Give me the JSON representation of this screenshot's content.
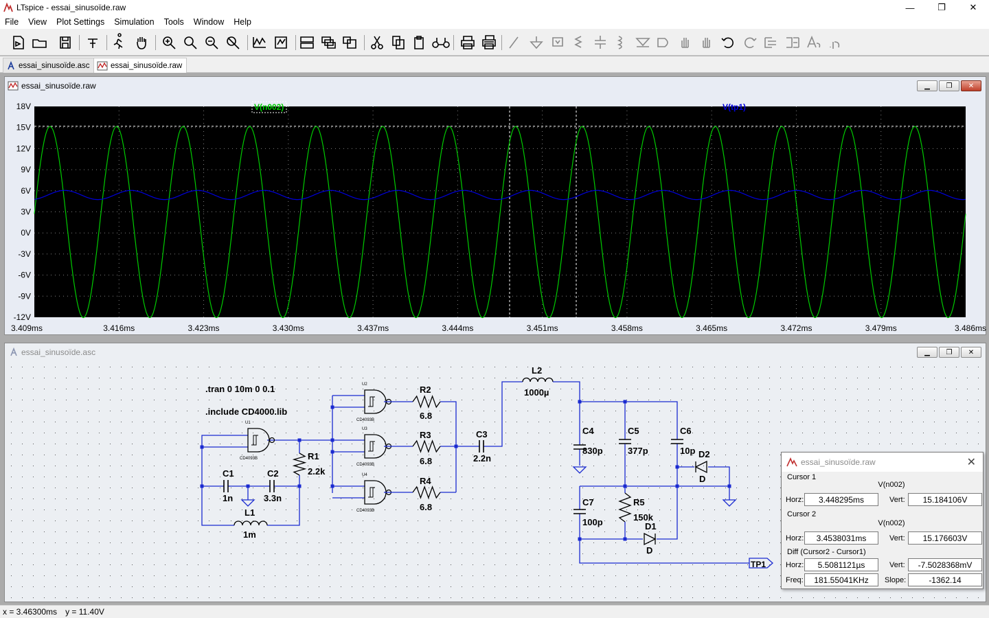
{
  "window": {
    "title": "LTspice - essai_sinusoïde.raw",
    "minimize": "—",
    "maximize": "❐",
    "close": "✕"
  },
  "menu": [
    "File",
    "View",
    "Plot Settings",
    "Simulation",
    "Tools",
    "Window",
    "Help"
  ],
  "tabs": [
    {
      "label": "essai_sinusoïde.asc",
      "icon": "schematic-icon",
      "active": false
    },
    {
      "label": "essai_sinusoïde.raw",
      "icon": "waveform-icon",
      "active": true
    }
  ],
  "waveform_window": {
    "title": "essai_sinusoïde.raw"
  },
  "schematic_window": {
    "title": "essai_sinusoïde.asc"
  },
  "chart_data": {
    "type": "line",
    "x_ticks": [
      "3.409ms",
      "3.416ms",
      "3.423ms",
      "3.430ms",
      "3.437ms",
      "3.444ms",
      "3.451ms",
      "3.458ms",
      "3.465ms",
      "3.472ms",
      "3.479ms",
      "3.486ms"
    ],
    "y_ticks": [
      "18V",
      "15V",
      "12V",
      "9V",
      "6V",
      "3V",
      "0V",
      "-3V",
      "-6V",
      "-9V",
      "-12V"
    ],
    "xlim": [
      3.409,
      3.486
    ],
    "ylim": [
      -12,
      18
    ],
    "xunit": "ms",
    "yunit": "V",
    "series": [
      {
        "name": "V(n002)",
        "color": "#00cc00",
        "kind": "sine",
        "amplitude": 13.6,
        "offset": 1.55,
        "period_ms": 0.0055,
        "phase_peak_ms": 3.4103
      },
      {
        "name": "V(tp1)",
        "color": "#0000dd",
        "kind": "sine",
        "amplitude": 0.65,
        "offset": 5.4,
        "period_ms": 0.0055,
        "phase_peak_ms": 3.4115
      }
    ],
    "cursor_lines_ms": [
      3.448295,
      3.4538031
    ],
    "cursor_level_v": 15.18,
    "background": "#000000",
    "grid": true
  },
  "schematic": {
    "directives": [
      ".tran 0 10m 0 0.1",
      ".include CD4000.lib"
    ],
    "components": [
      {
        "ref": "R1",
        "value": "2.2k"
      },
      {
        "ref": "R2",
        "value": "6.8"
      },
      {
        "ref": "R3",
        "value": "6.8"
      },
      {
        "ref": "R4",
        "value": "6.8"
      },
      {
        "ref": "R5",
        "value": "150k"
      },
      {
        "ref": "C1",
        "value": "1n"
      },
      {
        "ref": "C2",
        "value": "3.3n"
      },
      {
        "ref": "C3",
        "value": "2.2n"
      },
      {
        "ref": "C4",
        "value": "830p"
      },
      {
        "ref": "C5",
        "value": "377p"
      },
      {
        "ref": "C6",
        "value": "10p"
      },
      {
        "ref": "C7",
        "value": "100p"
      },
      {
        "ref": "L1",
        "value": "1m"
      },
      {
        "ref": "L2",
        "value": "1000µ"
      },
      {
        "ref": "D1",
        "value": "D"
      },
      {
        "ref": "D2",
        "value": "D"
      }
    ],
    "gates": [
      "U1",
      "U2",
      "U3",
      "U4"
    ],
    "gate_model": "CD4093B",
    "port": "TP1"
  },
  "cursor_dialog": {
    "title": "essai_sinusoïde.raw",
    "cursor1": {
      "label": "Cursor 1",
      "trace": "V(n002)",
      "horz": "3.448295ms",
      "vert": "15.184106V"
    },
    "cursor2": {
      "label": "Cursor 2",
      "trace": "V(n002)",
      "horz": "3.4538031ms",
      "vert": "15.176603V"
    },
    "diff": {
      "label": "Diff (Cursor2 - Cursor1)",
      "horz": "5.5081121µs",
      "vert": "-7.5028368mV",
      "freq": "181.55041KHz",
      "slope": "-1362.14"
    },
    "labels": {
      "horz": "Horz:",
      "vert": "Vert:",
      "freq": "Freq:",
      "slope": "Slope:"
    }
  },
  "status": {
    "x": "x = 3.46300ms",
    "y": "y = 11.40V"
  }
}
